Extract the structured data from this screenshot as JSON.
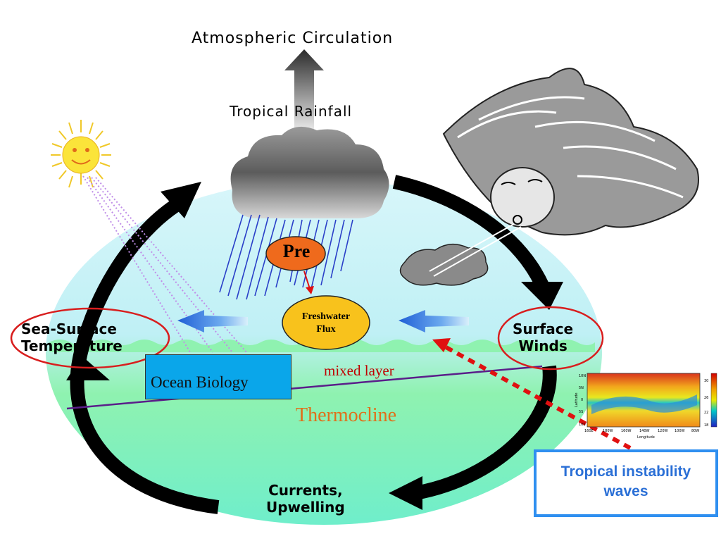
{
  "diagram": {
    "atmospheric_circulation": "Atmospheric Circulation",
    "tropical_rainfall": "Tropical Rainfall",
    "sea_surface_temperature": [
      "Sea-Surface",
      "Temperature"
    ],
    "surface_winds": [
      "Surface",
      "Winds"
    ],
    "currents_upwelling": [
      "Currents,",
      "Upwelling"
    ],
    "ocean_biology": "Ocean Biology",
    "mixed_layer": "mixed layer",
    "thermocline": "Thermocline",
    "precipitation": "Pre",
    "freshwater_flux": [
      "Freshwater",
      "Flux"
    ],
    "tropical_instability_waves": [
      "Tropical instability",
      "waves"
    ]
  },
  "inset_map": {
    "lat_ticks": [
      "10N",
      "5N",
      "0",
      "5S",
      "10S"
    ],
    "lon_ticks": [
      "160E",
      "180W",
      "160W",
      "140W",
      "120W",
      "100W",
      "80W"
    ],
    "ylabel": "Latitude",
    "xlabel": "Longitude",
    "colorbar_ticks": [
      "30",
      "26",
      "22",
      "18"
    ]
  },
  "colors": {
    "ocean_upper": "#ccf2f8",
    "ocean_lower": "#7cf0c0",
    "cycle_arrow": "#000000",
    "highlight_ellipse": "#d81e1e",
    "pre_fill": "#ef6a1c",
    "flux_fill": "#f8c21c",
    "ocean_biology_fill": "#0aa6ea",
    "tiw_border": "#2f8ff0",
    "tiw_text": "#2a6fd6",
    "link_dashes": "#e01010"
  }
}
